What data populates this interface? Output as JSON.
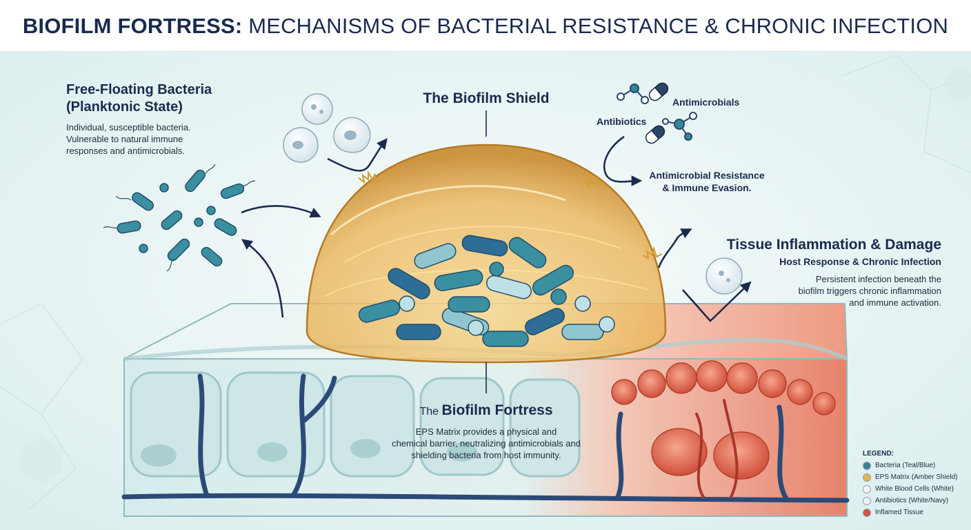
{
  "header": {
    "title_bold": "BIOFILM FORTRESS:",
    "title_rest": " MECHANISMS OF BACTERIAL RESISTANCE & CHRONIC INFECTION"
  },
  "planktonic": {
    "heading_line1": "Free-Floating Bacteria",
    "heading_line2": "(Planktonic State)",
    "desc_line1": "Individual, susceptible bacteria.",
    "desc_line2": "Vulnerable to natural immune",
    "desc_line3": "responses and antimicrobials."
  },
  "shield": {
    "heading": "The Biofilm Shield"
  },
  "antimicrobial": {
    "label_antibiotics": "Antibiotics",
    "label_antimicrobials": "Antimicrobials",
    "resist_line1": "Antimicrobial Resistance",
    "resist_line2": "& Immune Evasion."
  },
  "tissue": {
    "heading": "Tissue Inflammation & Damage",
    "subheading": "Host Response & Chronic Infection",
    "desc_line1": "Persistent infection beneath the",
    "desc_line2": "biofilm triggers chronic inflammation",
    "desc_line3": "and immune activation."
  },
  "fortress": {
    "heading_prefix": "The",
    "heading_main": "Biofilm Fortress",
    "desc_line1": "EPS Matrix provides a physical and",
    "desc_line2": "chemical barrier, neutralizing antimicrobials and",
    "desc_line3": "shielding bacteria from host immunity."
  },
  "legend": {
    "title": "LEGEND:",
    "items": [
      {
        "label": "Bacteria (Teal/Blue)",
        "color": "#3f7f96"
      },
      {
        "label": "EPS Matrix (Amber Shield)",
        "color": "#e8b24a"
      },
      {
        "label": "White Blood Cells (White)",
        "color": "#f4f8fa"
      },
      {
        "label": "Antibiotics (White/Navy)",
        "color": "#eef2f6"
      },
      {
        "label": "Inflamed Tissue",
        "color": "#d9533f"
      }
    ]
  },
  "colors": {
    "navy": "#1a2a4e",
    "teal": "#2f8a96",
    "amber": "#e8b24a",
    "inflamed": "#d9533f",
    "background": "#eef6f6"
  }
}
